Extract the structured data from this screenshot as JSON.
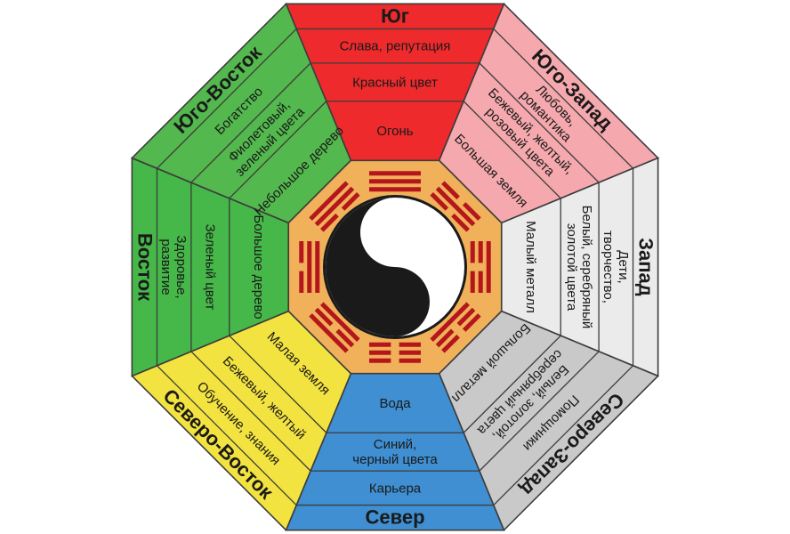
{
  "colors": {
    "south": "#ee2a2c",
    "southwest": "#f5a8ad",
    "west": "#ebebeb",
    "northwest": "#c9c9c9",
    "north": "#3f8fd2",
    "northeast": "#f3e340",
    "east": "#46b749",
    "southeast": "#53b84d",
    "inner_ring": "#f0b15a",
    "trigram": "#b4161b"
  },
  "sectors": [
    {
      "key": "south",
      "direction": "Юг",
      "labels": [
        "Слава, репутация",
        "Красный цвет",
        "Огонь"
      ]
    },
    {
      "key": "southwest",
      "direction": "Юго-Запад",
      "labels": [
        "Любовь, романтика",
        "Бежевый, желтый, розовый цвета",
        "Большая земля"
      ]
    },
    {
      "key": "west",
      "direction": "Запад",
      "labels": [
        "Дети, творчество,",
        "Белый, серебряный золотой цвета",
        "Малый металл"
      ]
    },
    {
      "key": "northwest",
      "direction": "Северо-Запад",
      "labels": [
        "Помощники",
        "Белый, золотой, серебряный цвета",
        "Большой металл"
      ]
    },
    {
      "key": "north",
      "direction": "Север",
      "labels": [
        "Карьера",
        "Синий, черный цвета",
        "Вода"
      ]
    },
    {
      "key": "northeast",
      "direction": "Северо-Восток",
      "labels": [
        "Обучение, знания",
        "Бежевый, желтый",
        "Малая земля"
      ]
    },
    {
      "key": "east",
      "direction": "Восток",
      "labels": [
        "Здоровье, развитие",
        "Зеленый цвет",
        "Большое дерево"
      ]
    },
    {
      "key": "southeast",
      "direction": "Юго-Восток",
      "labels": [
        "Богатство",
        "Фиолетовый, зеленый цвета",
        "Небольшое дерево"
      ]
    }
  ],
  "center": {
    "symbol": "yin-yang-icon",
    "trigrams": 8
  }
}
